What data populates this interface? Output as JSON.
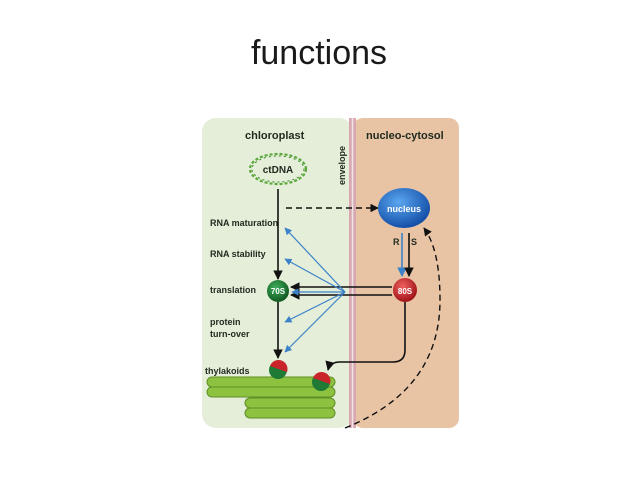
{
  "slide": {
    "title": "functions"
  },
  "diagram": {
    "compartments": {
      "chloroplast": "chloroplast",
      "cytosol": "nucleo-cytosol",
      "envelope": "envelope"
    },
    "nodes": {
      "ctdna": "ctDNA",
      "nucleus": "nucleus",
      "ribo70": "70S",
      "ribo80": "80S"
    },
    "processes": {
      "rna_maturation": "RNA maturation",
      "rna_stability": "RNA stability",
      "translation": "translation",
      "protein_line1": "protein",
      "protein_line2": "turn-over",
      "thylakoids": "thylakoids"
    },
    "arrow_labels": {
      "r": "R",
      "s": "S"
    },
    "colors": {
      "chloroplast_bg": "#e4eed9",
      "cytosol_bg": "#e8c3a4",
      "envelope": "#cfa7ac",
      "nucleus": "#1f6fd0",
      "ribosome_70s": "#1f7a35",
      "ribosome_80s": "#c9242a",
      "thylakoid": "#8cc23f",
      "blue_arrow": "#3b82c9"
    }
  }
}
